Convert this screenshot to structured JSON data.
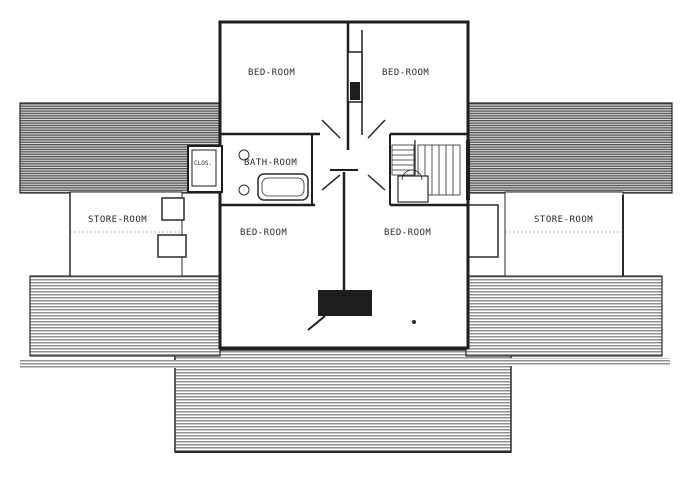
{
  "plan": {
    "rooms": {
      "bedroom_nw": "BED-ROOM",
      "bedroom_ne": "BED-ROOM",
      "bathroom": "BATH-ROOM",
      "bedroom_sw": "BED-ROOM",
      "bedroom_se": "BED-ROOM",
      "storeroom_w": "STORE-ROOM",
      "storeroom_e": "STORE-ROOM",
      "closet": "CLOS."
    },
    "colors": {
      "ink": "#2a2a2a",
      "paper": "#ffffff",
      "roof_hatch": "#8a8a8a",
      "wall_fill": "#1e1e1e"
    }
  }
}
